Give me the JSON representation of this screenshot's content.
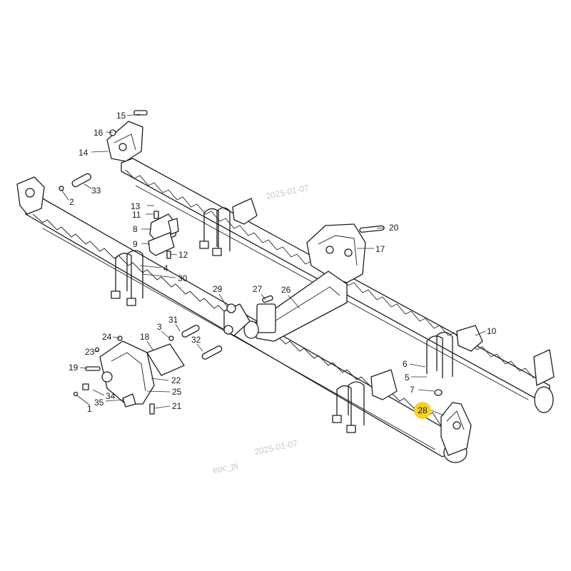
{
  "watermarks": [
    "2025-01-07",
    "epc_pj",
    "2025-01-07"
  ],
  "callouts": [
    {
      "label": "15"
    },
    {
      "label": "16"
    },
    {
      "label": "14"
    },
    {
      "label": "33"
    },
    {
      "label": "2"
    },
    {
      "label": "13"
    },
    {
      "label": "11"
    },
    {
      "label": "8"
    },
    {
      "label": "9"
    },
    {
      "label": "12"
    },
    {
      "label": "4"
    },
    {
      "label": "30"
    },
    {
      "label": "20"
    },
    {
      "label": "17"
    },
    {
      "label": "29"
    },
    {
      "label": "27"
    },
    {
      "label": "26"
    },
    {
      "label": "31"
    },
    {
      "label": "3"
    },
    {
      "label": "18"
    },
    {
      "label": "32"
    },
    {
      "label": "24"
    },
    {
      "label": "23"
    },
    {
      "label": "19"
    },
    {
      "label": "22"
    },
    {
      "label": "25"
    },
    {
      "label": "34"
    },
    {
      "label": "35"
    },
    {
      "label": "1"
    },
    {
      "label": "21"
    },
    {
      "label": "10"
    },
    {
      "label": "6"
    },
    {
      "label": "5"
    },
    {
      "label": "7"
    },
    {
      "label": "28"
    }
  ],
  "highlighted_label": "28",
  "colors": {
    "highlight": "#f5d21c",
    "line": "#1e1e1e",
    "watermark": "#c9c9c9"
  }
}
